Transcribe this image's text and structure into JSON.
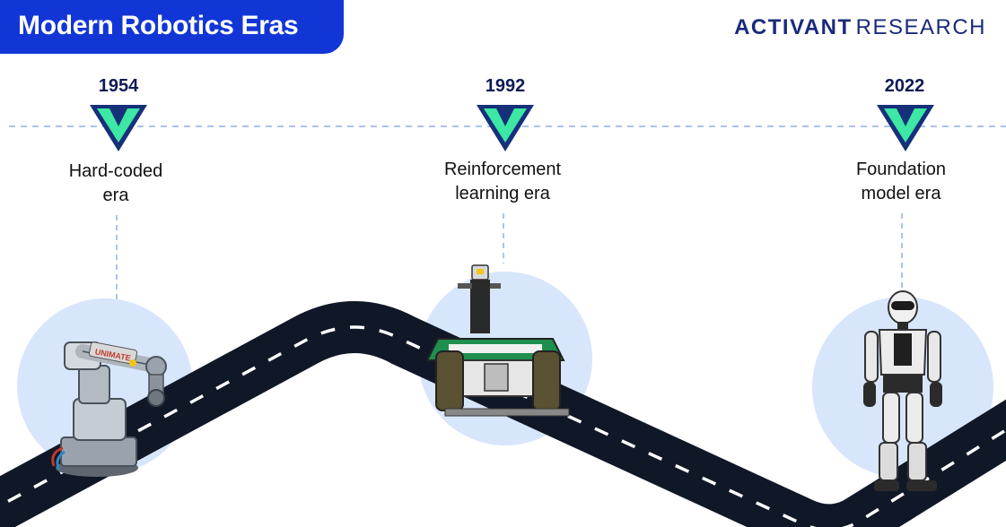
{
  "header": {
    "title": "Modern Robotics Eras",
    "brand_primary": "ACTIVANT",
    "brand_secondary": "RESEARCH"
  },
  "timeline": {
    "eras": [
      {
        "year": "1954",
        "label_line1": "Hard-coded",
        "label_line2": "era",
        "robot": "industrial-arm-robot-icon"
      },
      {
        "year": "1992",
        "label_line1": "Reinforcement",
        "label_line2": "learning era",
        "robot": "mobile-rover-robot-icon"
      },
      {
        "year": "2022",
        "label_line1": "Foundation",
        "label_line2": "model era",
        "robot": "humanoid-robot-icon"
      }
    ]
  },
  "colors": {
    "title_bg": "#1236d6",
    "brand_text": "#1a2a7a",
    "year_text": "#0f1b55",
    "marker_outer": "#16307a",
    "marker_inner": "#3ce8a4",
    "timeline_line": "#a9c4ee",
    "robot_circle": "#d8e6fb",
    "road": "#101828",
    "road_dash": "#ffffff"
  }
}
